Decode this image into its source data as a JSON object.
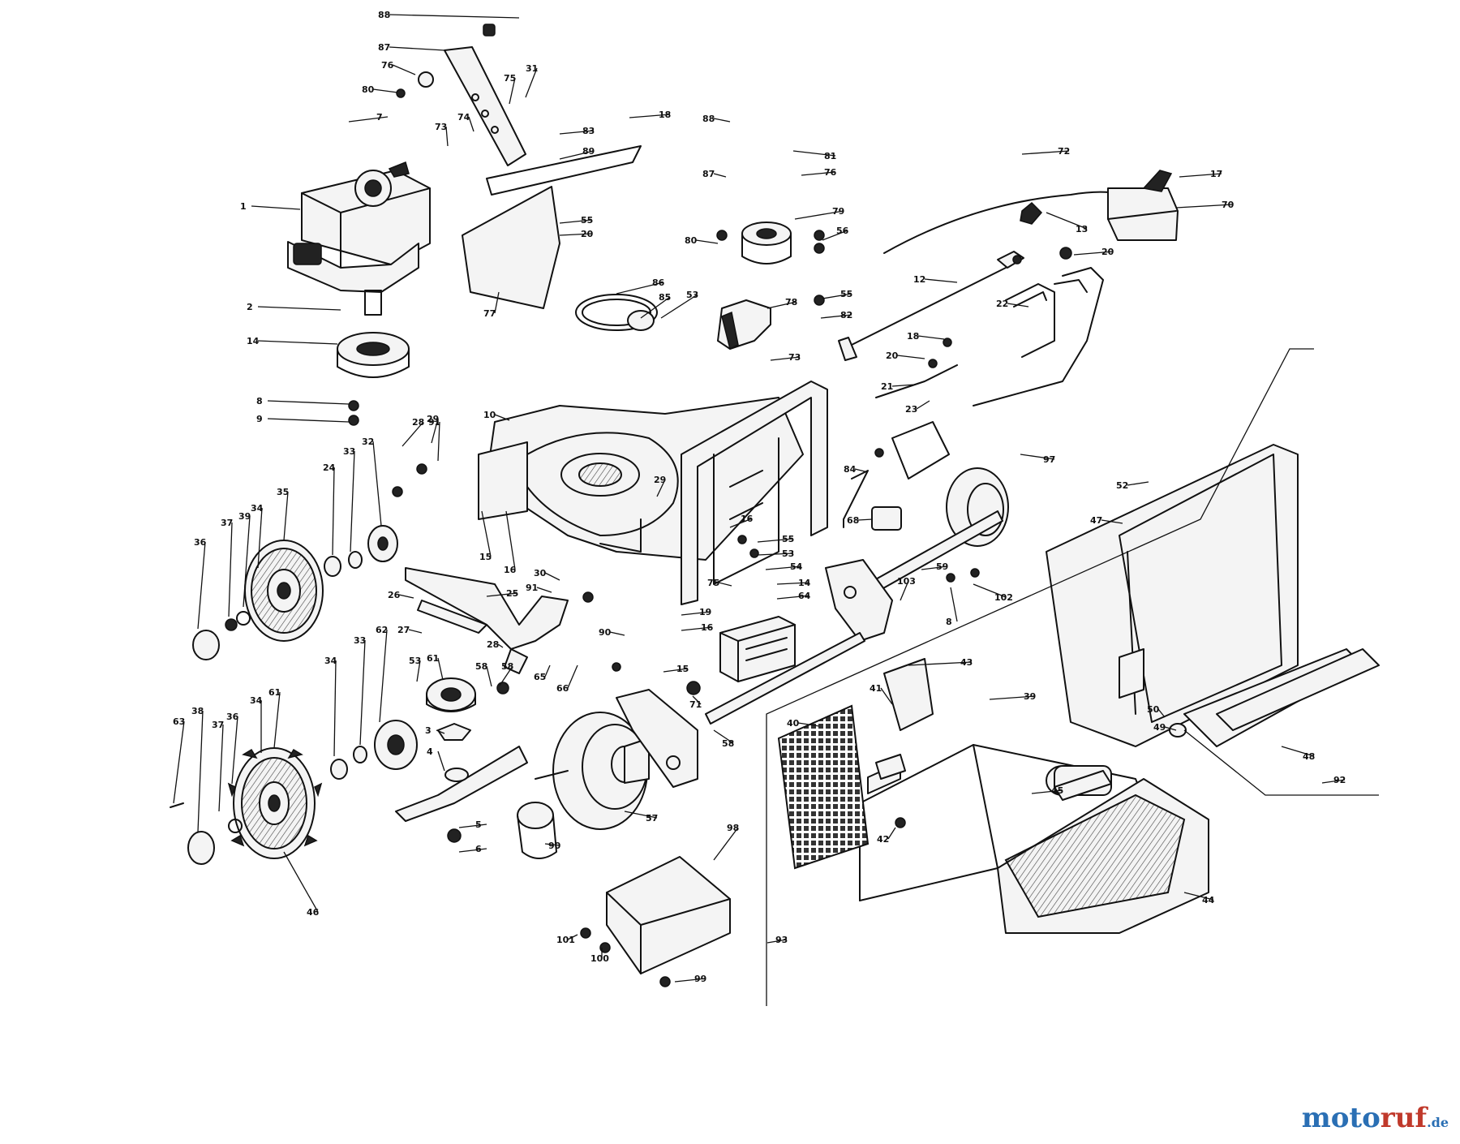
{
  "watermark": {
    "part1": "moto",
    "part2": "ruf",
    "part3": ".de",
    "color_primary": "#2a6fb4",
    "color_accent": "#c0392b"
  },
  "callouts": [
    {
      "id": "c-88a",
      "label": "88"
    },
    {
      "id": "c-87a",
      "label": "87"
    },
    {
      "id": "c-76a",
      "label": "76"
    },
    {
      "id": "c-80a",
      "label": "80"
    },
    {
      "id": "c-75a",
      "label": "75"
    },
    {
      "id": "c-31a",
      "label": "31"
    },
    {
      "id": "c-7",
      "label": "7"
    },
    {
      "id": "c-73a",
      "label": "73"
    },
    {
      "id": "c-74",
      "label": "74"
    },
    {
      "id": "c-83",
      "label": "83"
    },
    {
      "id": "c-89",
      "label": "89"
    },
    {
      "id": "c-18a",
      "label": "18"
    },
    {
      "id": "c-88b",
      "label": "88"
    },
    {
      "id": "c-81",
      "label": "81"
    },
    {
      "id": "c-87b",
      "label": "87"
    },
    {
      "id": "c-76b",
      "label": "76"
    },
    {
      "id": "c-72",
      "label": "72"
    },
    {
      "id": "c-17",
      "label": "17"
    },
    {
      "id": "c-70",
      "label": "70"
    },
    {
      "id": "c-1",
      "label": "1"
    },
    {
      "id": "c-55a",
      "label": "55"
    },
    {
      "id": "c-20a",
      "label": "20"
    },
    {
      "id": "c-79",
      "label": "79"
    },
    {
      "id": "c-80b",
      "label": "80"
    },
    {
      "id": "c-56",
      "label": "56"
    },
    {
      "id": "c-13",
      "label": "13"
    },
    {
      "id": "c-20b",
      "label": "20"
    },
    {
      "id": "c-77",
      "label": "77"
    },
    {
      "id": "c-86",
      "label": "86"
    },
    {
      "id": "c-85",
      "label": "85"
    },
    {
      "id": "c-53a",
      "label": "53"
    },
    {
      "id": "c-12",
      "label": "12"
    },
    {
      "id": "c-2",
      "label": "2"
    },
    {
      "id": "c-78",
      "label": "78"
    },
    {
      "id": "c-55b",
      "label": "55"
    },
    {
      "id": "c-82a",
      "label": "82"
    },
    {
      "id": "c-22",
      "label": "22"
    },
    {
      "id": "c-14",
      "label": "14"
    },
    {
      "id": "c-18b",
      "label": "18"
    },
    {
      "id": "c-73b",
      "label": "73"
    },
    {
      "id": "c-20c",
      "label": "20"
    },
    {
      "id": "c-21",
      "label": "21"
    },
    {
      "id": "c-23",
      "label": "23"
    },
    {
      "id": "c-8a",
      "label": "8"
    },
    {
      "id": "c-9",
      "label": "9"
    },
    {
      "id": "c-10",
      "label": "10"
    },
    {
      "id": "c-97",
      "label": "97"
    },
    {
      "id": "c-84",
      "label": "84"
    },
    {
      "id": "c-29a",
      "label": "29"
    },
    {
      "id": "c-28a",
      "label": "28"
    },
    {
      "id": "c-91a",
      "label": "91"
    },
    {
      "id": "c-32",
      "label": "32"
    },
    {
      "id": "c-33a",
      "label": "33"
    },
    {
      "id": "c-24",
      "label": "24"
    },
    {
      "id": "c-35",
      "label": "35"
    },
    {
      "id": "c-29b",
      "label": "29"
    },
    {
      "id": "c-52",
      "label": "52"
    },
    {
      "id": "c-47",
      "label": "47"
    },
    {
      "id": "c-68",
      "label": "68"
    },
    {
      "id": "c-16a",
      "label": "16"
    },
    {
      "id": "c-55c",
      "label": "55"
    },
    {
      "id": "c-53b",
      "label": "53"
    },
    {
      "id": "c-54",
      "label": "54"
    },
    {
      "id": "c-59",
      "label": "59"
    },
    {
      "id": "c-103",
      "label": "103"
    },
    {
      "id": "c-102",
      "label": "102"
    },
    {
      "id": "c-15a",
      "label": "15"
    },
    {
      "id": "c-16b",
      "label": "16"
    },
    {
      "id": "c-36a",
      "label": "36"
    },
    {
      "id": "c-37a",
      "label": "37"
    },
    {
      "id": "c-39",
      "label": "39"
    },
    {
      "id": "c-34a",
      "label": "34"
    },
    {
      "id": "c-30",
      "label": "30"
    },
    {
      "id": "c-91b",
      "label": "91"
    },
    {
      "id": "c-25",
      "label": "25"
    },
    {
      "id": "c-26",
      "label": "26"
    },
    {
      "id": "c-27",
      "label": "27"
    },
    {
      "id": "c-28b",
      "label": "28"
    },
    {
      "id": "c-58a",
      "label": "58"
    },
    {
      "id": "c-19",
      "label": "19"
    },
    {
      "id": "c-16c",
      "label": "16"
    },
    {
      "id": "c-75b",
      "label": "75"
    },
    {
      "id": "c-14b",
      "label": "14"
    },
    {
      "id": "c-64",
      "label": "64"
    },
    {
      "id": "c-8b",
      "label": "8"
    },
    {
      "id": "c-90a",
      "label": "90"
    },
    {
      "id": "c-43",
      "label": "43"
    },
    {
      "id": "c-41",
      "label": "41"
    },
    {
      "id": "c-15b",
      "label": "15"
    },
    {
      "id": "c-71",
      "label": "71"
    },
    {
      "id": "c-34b",
      "label": "34"
    },
    {
      "id": "c-62",
      "label": "62"
    },
    {
      "id": "c-33b",
      "label": "33"
    },
    {
      "id": "c-53c",
      "label": "53"
    },
    {
      "id": "c-61a",
      "label": "61"
    },
    {
      "id": "c-58b",
      "label": "58"
    },
    {
      "id": "c-65",
      "label": "65"
    },
    {
      "id": "c-66",
      "label": "66"
    },
    {
      "id": "c-58c",
      "label": "58"
    },
    {
      "id": "c-40",
      "label": "40"
    },
    {
      "id": "c-39b",
      "label": "39"
    },
    {
      "id": "c-50",
      "label": "50"
    },
    {
      "id": "c-49",
      "label": "49"
    },
    {
      "id": "c-48",
      "label": "48"
    },
    {
      "id": "c-92",
      "label": "92"
    },
    {
      "id": "c-34c",
      "label": "34"
    },
    {
      "id": "c-61b",
      "label": "61"
    },
    {
      "id": "c-36b",
      "label": "36"
    },
    {
      "id": "c-37b",
      "label": "37"
    },
    {
      "id": "c-38",
      "label": "38"
    },
    {
      "id": "c-63",
      "label": "63"
    },
    {
      "id": "c-3",
      "label": "3"
    },
    {
      "id": "c-4",
      "label": "4"
    },
    {
      "id": "c-5",
      "label": "5"
    },
    {
      "id": "c-6",
      "label": "6"
    },
    {
      "id": "c-57",
      "label": "57"
    },
    {
      "id": "c-90b",
      "label": "90"
    },
    {
      "id": "c-45",
      "label": "45"
    },
    {
      "id": "c-42",
      "label": "42"
    },
    {
      "id": "c-46",
      "label": "46"
    },
    {
      "id": "c-98",
      "label": "98"
    },
    {
      "id": "c-44",
      "label": "44"
    },
    {
      "id": "c-93",
      "label": "93"
    },
    {
      "id": "c-101",
      "label": "101"
    },
    {
      "id": "c-100",
      "label": "100"
    },
    {
      "id": "c-99",
      "label": "99"
    }
  ]
}
